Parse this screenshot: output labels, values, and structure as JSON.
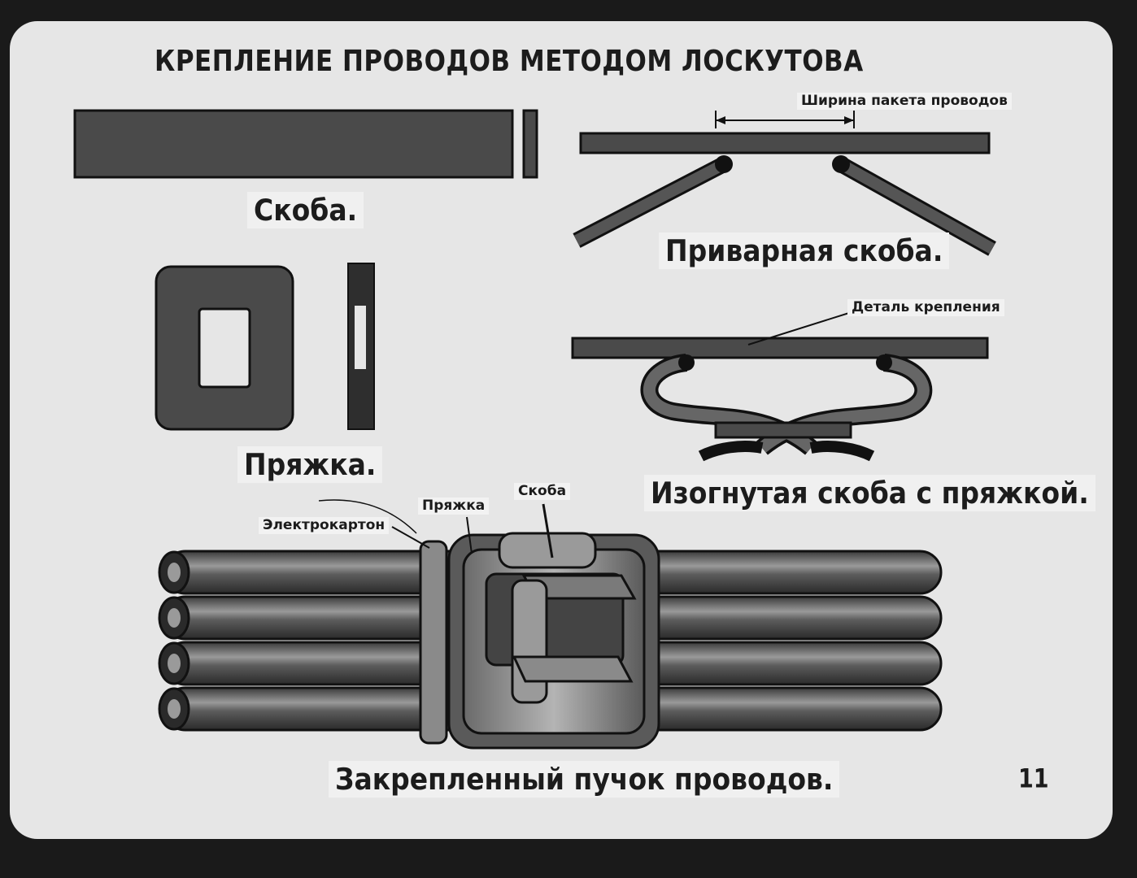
{
  "title": "КРЕПЛЕНИЕ ПРОВОДОВ МЕТОДОМ ЛОСКУТОВА",
  "captions": {
    "skoba": "Скоба.",
    "privarnaya": "Приварная скоба.",
    "pryazhka": "Пряжка.",
    "izognutaya": "Изогнутая скоба с пряжкой.",
    "puchok": "Закрепленный пучок проводов."
  },
  "labels": {
    "shirina": "Ширина пакета проводов",
    "detal": "Деталь крепления",
    "skoba": "Скоба",
    "pryazhka": "Пряжка",
    "elektrokarton": "Электрокартон"
  },
  "page_number": "11",
  "colors": {
    "background": "#e6e6e6",
    "metal": "#4a4a4a",
    "wire": "#5a5a5a",
    "frame": "#1a1a1a"
  }
}
